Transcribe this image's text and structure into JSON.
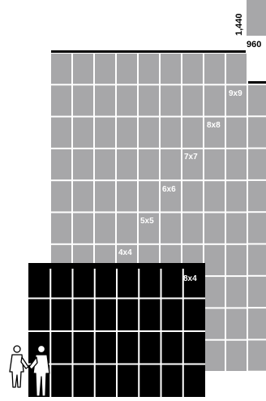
{
  "diagram": {
    "top_dimension_label": "1,440",
    "width_dimension_label": "960",
    "grid_labels": [
      {
        "label": "9x9"
      },
      {
        "label": "8x8"
      },
      {
        "label": "7x7"
      },
      {
        "label": "6x6"
      },
      {
        "label": "5x5"
      },
      {
        "label": "4x4"
      },
      {
        "label": "8x4"
      }
    ],
    "colors": {
      "gray_cell": "#a7a7a9",
      "black_cell": "#000000",
      "grid_line": "#ffffff",
      "rule_line": "#000000"
    },
    "icons": [
      "two-people-icon"
    ]
  }
}
